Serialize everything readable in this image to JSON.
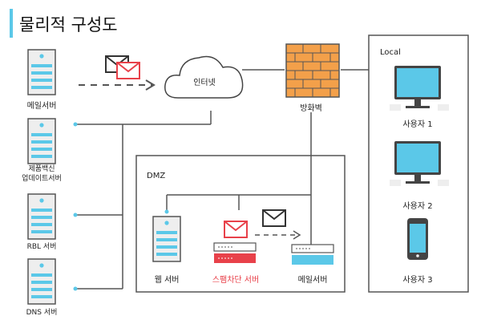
{
  "title": "물리적 구성도",
  "colors": {
    "accent": "#5BC8E8",
    "line": "#555555",
    "highlight": "#E8414A",
    "firewall": "#F3A04A",
    "server_body": "#EEEEEE"
  },
  "servers": {
    "mail": "메일서버",
    "spam_vaccine_line1": "제품백신",
    "spam_vaccine_line2": "업데이트서버",
    "rbl": "RBL 서버",
    "dns": "DNS 서버"
  },
  "network": {
    "internet": "인터넷",
    "firewall": "방화벽"
  },
  "dmz": {
    "label": "DMZ",
    "web_server": "웹 서버",
    "spam_server": "스팸차단 서버",
    "mail_server": "메일서버"
  },
  "local": {
    "label": "Local",
    "users": [
      "사용자 1",
      "사용자 2",
      "사용자 3"
    ]
  },
  "icons": {
    "mail": "envelope-icon",
    "internet": "cloud-icon",
    "firewall": "brick-wall-icon",
    "monitor": "monitor-icon",
    "phone": "smartphone-icon",
    "server": "server-tower-icon"
  }
}
